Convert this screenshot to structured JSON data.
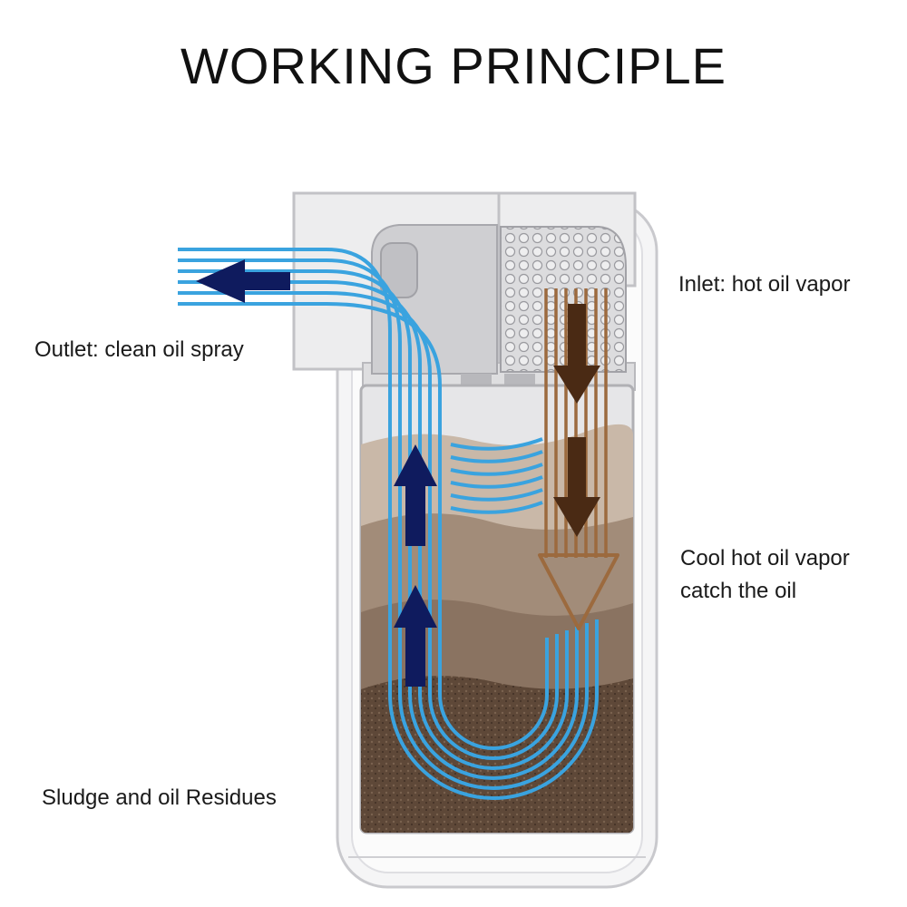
{
  "title": "WORKING PRINCIPLE",
  "labels": {
    "outlet": "Outlet: clean oil spray",
    "inlet": "Inlet: hot oil vapor",
    "cool_line1": "Cool hot oil vapor",
    "cool_line2": "catch the oil",
    "sludge": "Sludge and oil Residues"
  },
  "colors": {
    "clean_flow": "#3aa3df",
    "clean_arrow": "#0f1b5e",
    "vapor_flow": "#9c6a3e",
    "vapor_arrow": "#4a2a14",
    "oil_light": "#b39b86",
    "oil_mid": "#8f7763",
    "sludge": "#5a4536"
  },
  "icons": [
    "outlet-arrow-icon",
    "up-arrow-icon",
    "down-arrow-icon",
    "vapor-hollow-arrow-icon"
  ]
}
